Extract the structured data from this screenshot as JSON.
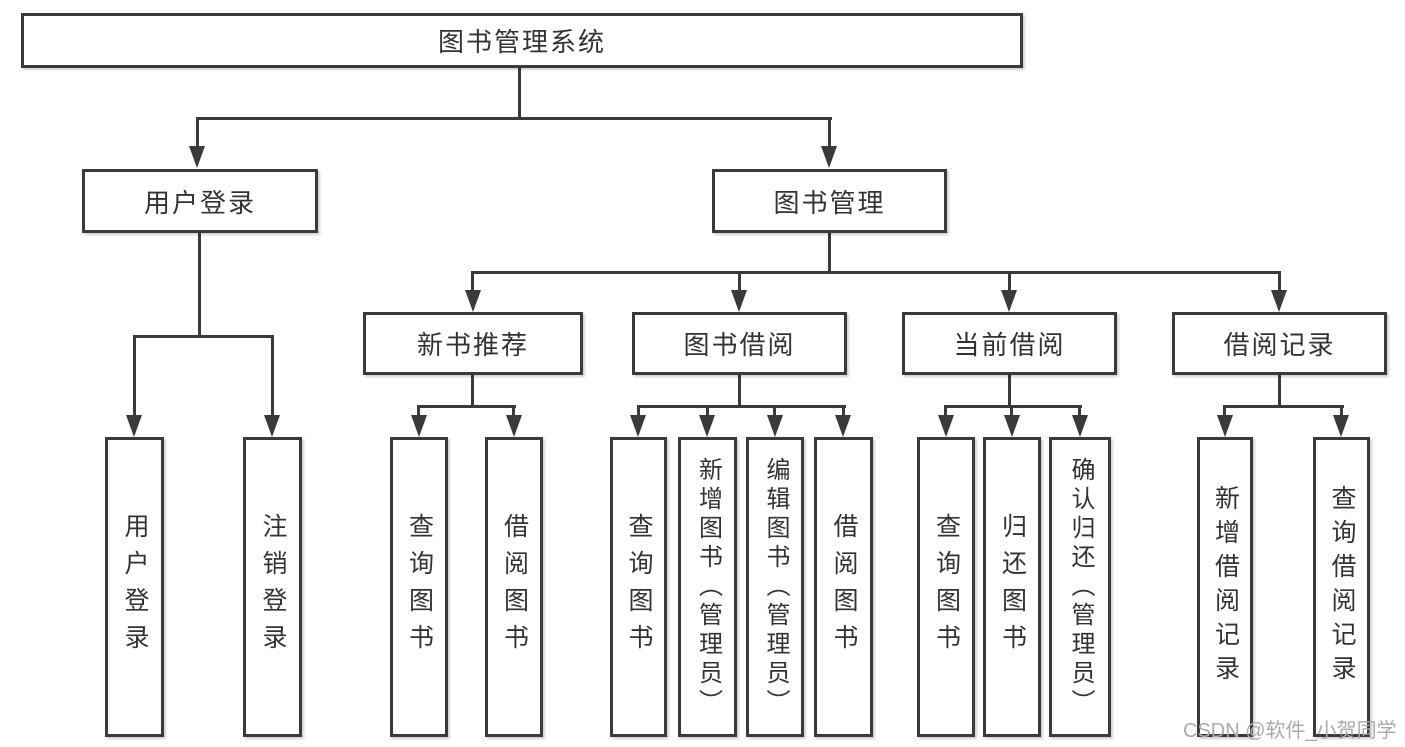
{
  "tree": {
    "label": "图书管理系统",
    "children": [
      {
        "label": "用户登录",
        "children": [
          {
            "label": "用户登录"
          },
          {
            "label": "注销登录"
          }
        ]
      },
      {
        "label": "图书管理",
        "children": [
          {
            "label": "新书推荐",
            "children": [
              {
                "label": "查询图书"
              },
              {
                "label": "借阅图书"
              }
            ]
          },
          {
            "label": "图书借阅",
            "children": [
              {
                "label": "查询图书"
              },
              {
                "label": "新增图书（管理员）"
              },
              {
                "label": "编辑图书（管理员）"
              },
              {
                "label": "借阅图书"
              }
            ]
          },
          {
            "label": "当前借阅",
            "children": [
              {
                "label": "查询图书"
              },
              {
                "label": "归还图书"
              },
              {
                "label": "确认归还（管理员）"
              }
            ]
          },
          {
            "label": "借阅记录",
            "children": [
              {
                "label": "新增借阅记录"
              },
              {
                "label": "查询借阅记录"
              }
            ]
          }
        ]
      }
    ]
  },
  "watermark": "CSDN @软件_小贺同学",
  "colors": {
    "line": "#3a3a3a",
    "text": "#333333",
    "watermark": "#ababab",
    "background": "#ffffff"
  }
}
